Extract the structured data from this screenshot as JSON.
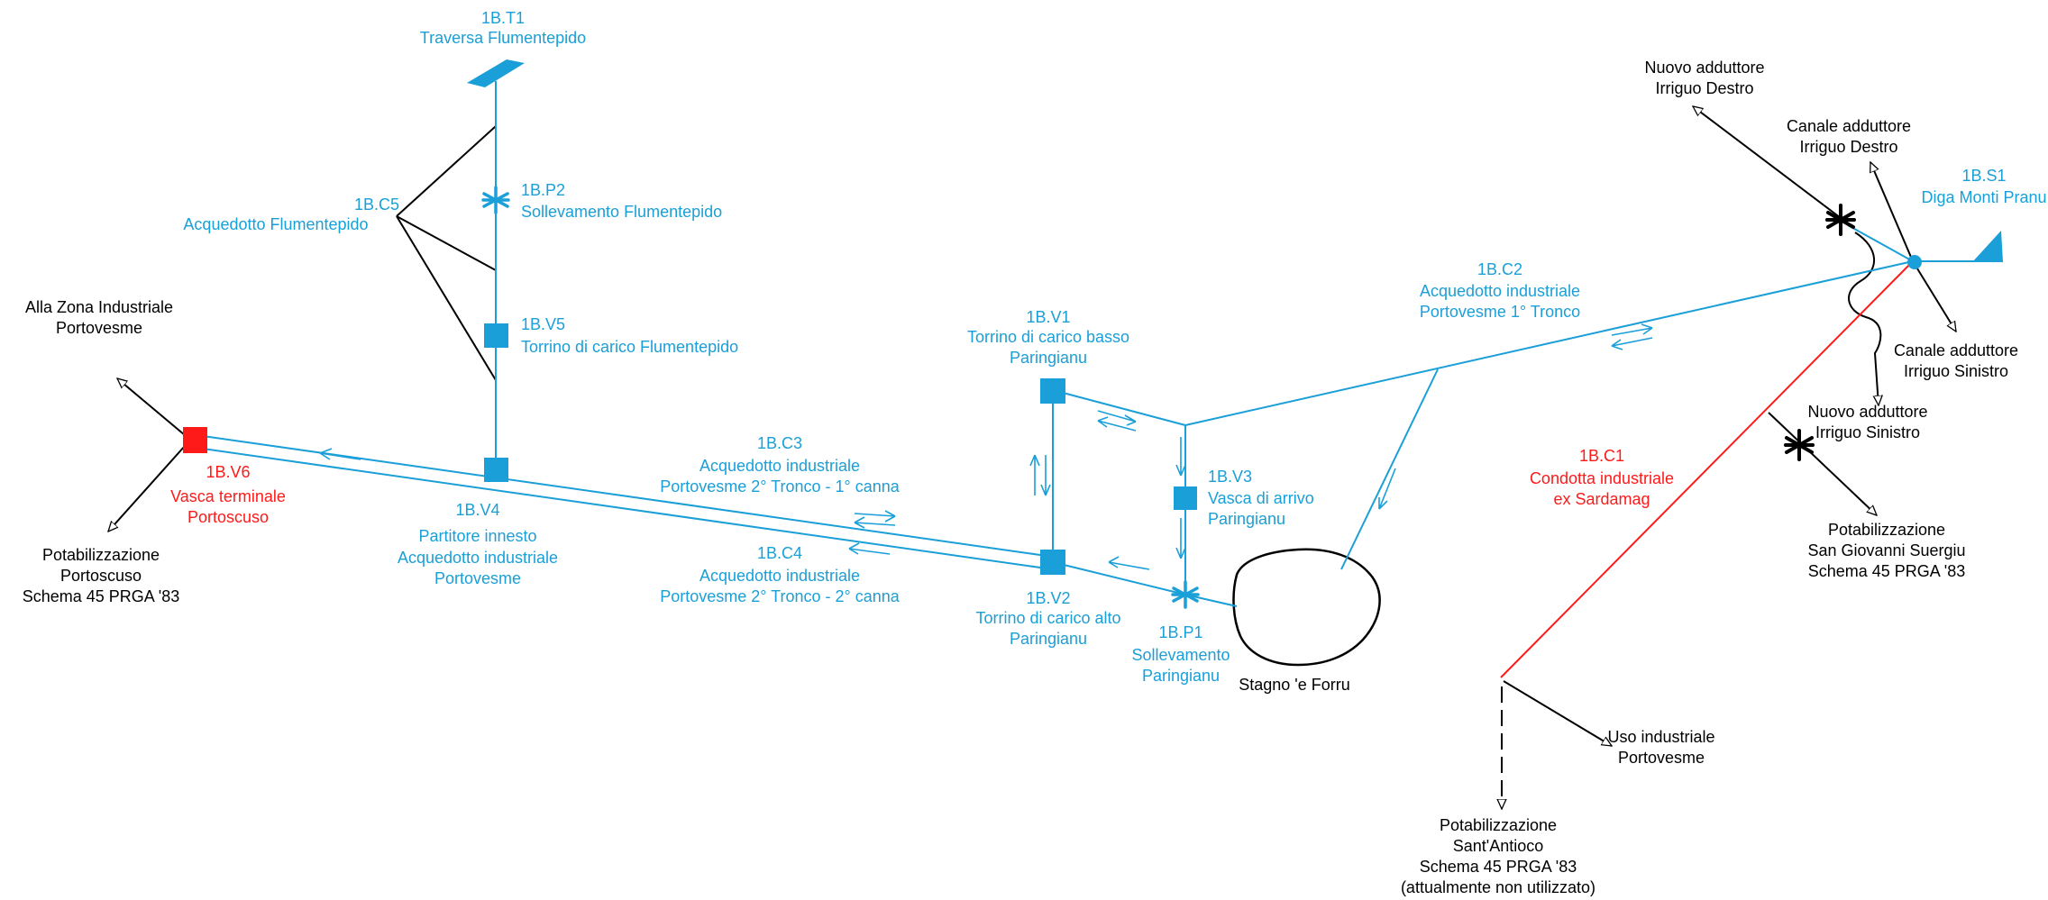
{
  "colors": {
    "network": "#1a9fd8",
    "industrial": "#ff1a1a",
    "external": "#000000"
  },
  "labels": {
    "t1_code": "1B.T1",
    "t1_name": "Traversa Flumentepido",
    "p2_code": "1B.P2",
    "p2_name": "Sollevamento Flumentepido",
    "c5_code": "1B.C5",
    "c5_name": "Acquedotto Flumentepido",
    "v5_code": "1B.V5",
    "v5_name": "Torrino di carico Flumentepido",
    "zona_ind_1": "Alla Zona Industriale",
    "zona_ind_2": "Portovesme",
    "v6_code": "1B.V6",
    "v6_name_1": "Vasca terminale",
    "v6_name_2": "Portoscuso",
    "pot_portoscuso_1": "Potabilizzazione",
    "pot_portoscuso_2": "Portoscuso",
    "pot_portoscuso_3": "Schema 45 PRGA '83",
    "v4_code": "1B.V4",
    "v4_name_1": "Partitore innesto",
    "v4_name_2": "Acquedotto industriale",
    "v4_name_3": "Portovesme",
    "c3_code": "1B.C3",
    "c3_name_1": "Acquedotto industriale",
    "c3_name_2": "Portovesme 2° Tronco - 1° canna",
    "c4_code": "1B.C4",
    "c4_name_1": "Acquedotto industriale",
    "c4_name_2": "Portovesme 2° Tronco - 2° canna",
    "v1_code": "1B.V1",
    "v1_name_1": "Torrino di carico basso",
    "v1_name_2": "Paringianu",
    "v2_code": "1B.V2",
    "v2_name_1": "Torrino di carico alto",
    "v2_name_2": "Paringianu",
    "v3_code": "1B.V3",
    "v3_name_1": "Vasca di arrivo",
    "v3_name_2": "Paringianu",
    "p1_code": "1B.P1",
    "p1_name_1": "Sollevamento",
    "p1_name_2": "Paringianu",
    "stagno": "Stagno 'e Forru",
    "c2_code": "1B.C2",
    "c2_name_1": "Acquedotto industriale",
    "c2_name_2": "Portovesme 1° Tronco",
    "c1_code": "1B.C1",
    "c1_name_1": "Condotta industriale",
    "c1_name_2": "ex Sardamag",
    "s1_code": "1B.S1",
    "s1_name": "Diga Monti Pranu",
    "nuovo_destro_1": "Nuovo adduttore",
    "nuovo_destro_2": "Irriguo Destro",
    "canale_destro_1": "Canale adduttore",
    "canale_destro_2": "Irriguo Destro",
    "canale_sinistro_1": "Canale adduttore",
    "canale_sinistro_2": "Irriguo Sinistro",
    "nuovo_sinistro_1": "Nuovo adduttore",
    "nuovo_sinistro_2": "Irriguo Sinistro",
    "pot_sgs_1": "Potabilizzazione",
    "pot_sgs_2": "San Giovanni Suergiu",
    "pot_sgs_3": "Schema 45 PRGA '83",
    "uso_ind_1": "Uso industriale",
    "uso_ind_2": "Portovesme",
    "pot_sa_1": "Potabilizzazione",
    "pot_sa_2": "Sant'Antioco",
    "pot_sa_3": "Schema 45 PRGA '83",
    "pot_sa_4": "(attualmente non utilizzato)"
  }
}
